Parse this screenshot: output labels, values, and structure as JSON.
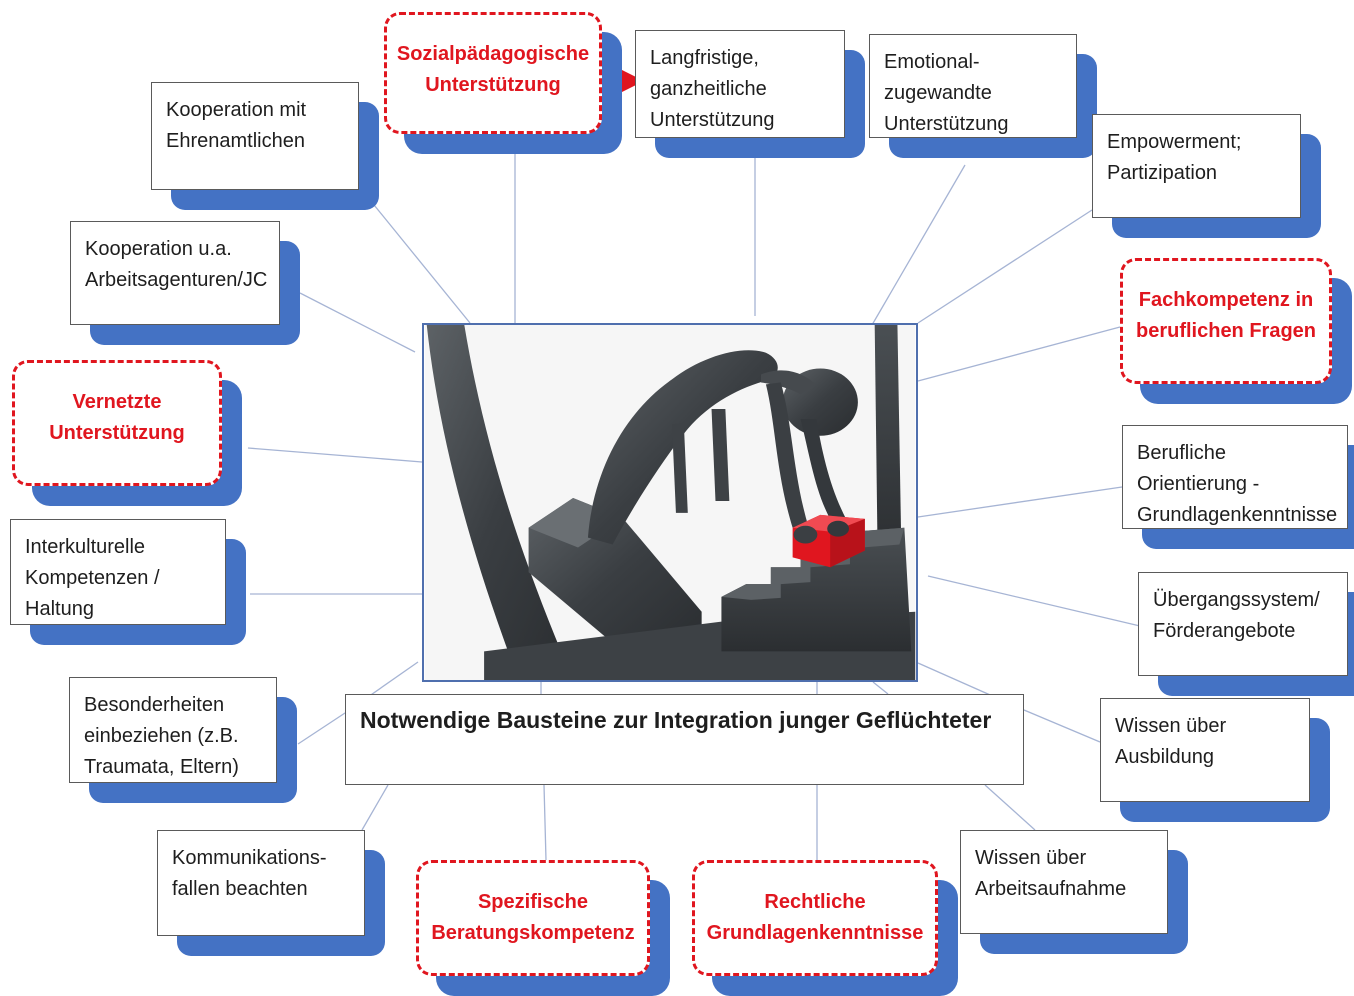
{
  "diagram": {
    "title": "Notwendige Bausteine zur Integration junger Geflüchteter",
    "colors": {
      "accent_red": "#e0161f",
      "shadow_blue": "#4472c4",
      "connector": "#a6b4d4",
      "border": "#5a5a5a"
    },
    "photo": {
      "icon": "sculpture-figure-red-block-icon"
    },
    "nodes": [
      {
        "id": "sozialpaedagogische",
        "text": "Sozialpädagogische\nUnterstützung",
        "highlight": true
      },
      {
        "id": "langfristige",
        "text": "Langfristige,\nganzheitliche\nUnterstützung",
        "highlight": false
      },
      {
        "id": "emotional",
        "text": "Emotional-\nzugewandte\nUnterstützung",
        "highlight": false
      },
      {
        "id": "kooperation-ehrenamt",
        "text": "Kooperation mit\nEhrenamtlichen",
        "highlight": false
      },
      {
        "id": "empowerment",
        "text": "Empowerment;\nPartizipation",
        "highlight": false
      },
      {
        "id": "kooperation-agenturen",
        "text": "Kooperation u.a.\nArbeitsagenturen/JC",
        "highlight": false
      },
      {
        "id": "fachkompetenz",
        "text": "Fachkompetenz in\nberuflichen Fragen",
        "highlight": true
      },
      {
        "id": "vernetzte",
        "text": "Vernetzte\nUnterstützung",
        "highlight": true
      },
      {
        "id": "berufliche-orientierung",
        "text": "Berufliche\nOrientierung -\nGrundlagenkenntnisse",
        "highlight": false
      },
      {
        "id": "interkulturelle",
        "text": "Interkulturelle\nKompetenzen /\nHaltung",
        "highlight": false
      },
      {
        "id": "uebergangssystem",
        "text": "Übergangssystem/\nFörderangebote",
        "highlight": false
      },
      {
        "id": "besonderheiten",
        "text": "Besonderheiten\neinbeziehen (z.B.\nTraumata, Eltern)",
        "highlight": false
      },
      {
        "id": "wissen-ausbildung",
        "text": "Wissen über\nAusbildung",
        "highlight": false
      },
      {
        "id": "kommunikationsfallen",
        "text": "Kommunikations-\nfallen beachten",
        "highlight": false
      },
      {
        "id": "spezifische",
        "text": "Spezifische\nBeratungskompetenz",
        "highlight": true
      },
      {
        "id": "rechtliche",
        "text": "Rechtliche\nGrundlagenkenntnisse",
        "highlight": true
      },
      {
        "id": "wissen-arbeitsaufnahme",
        "text": "Wissen über\nArbeitsaufnahme",
        "highlight": false
      }
    ]
  }
}
